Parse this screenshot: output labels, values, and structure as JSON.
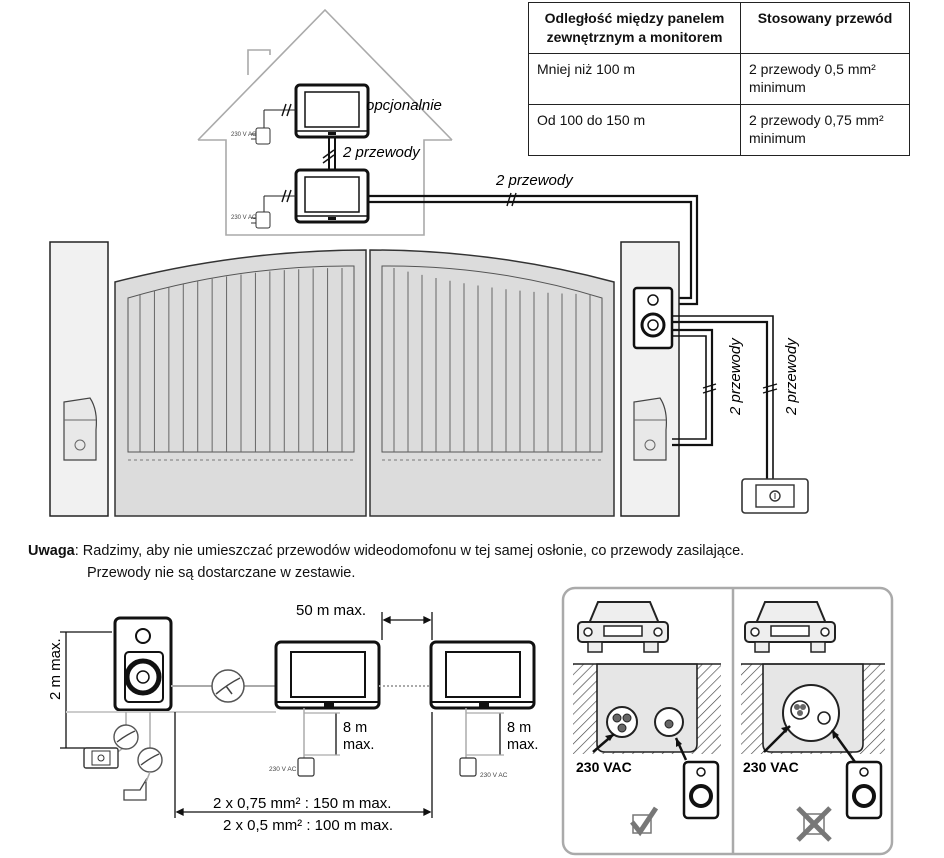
{
  "table": {
    "headers": [
      "Odległość między panelem zewnętrznym a monitorem",
      "Stosowany przewód"
    ],
    "rows": [
      [
        "Mniej niż 100 m",
        "2 przewody 0,5 mm² minimum"
      ],
      [
        "Od 100 do 150 m",
        "2 przewody 0,75 mm² minimum"
      ]
    ]
  },
  "top_diagram": {
    "optional_label": "opcjonalnie",
    "wire_between_monitors": "2 przewody",
    "wire_to_panel": "2 przewody",
    "wire_vertical_1": "2 przewody",
    "wire_vertical_2": "2 przewody",
    "power_label_1": "230 V AC",
    "power_label_2": "230 V AC"
  },
  "note": {
    "label": "Uwaga",
    "line1": ": Radzimy, aby nie umieszczać przewodów wideodomofonu w tej samej osłonie, co przewody zasilające.",
    "line2": "Przewody nie są dostarczane w zestawie."
  },
  "bottom_diagram": {
    "height_label": "2 m max.",
    "distance_between_monitors": "50 m max.",
    "monitor_height_1_a": "8 m",
    "monitor_height_1_b": "max.",
    "monitor_height_2_a": "8 m",
    "monitor_height_2_b": "max.",
    "power_label_1": "230 V AC",
    "power_label_2": "230 V AC",
    "cable_spec_1": "2 x 0,75 mm² : 150 m max.",
    "cable_spec_2": "2 x 0,5 mm² : 100 m max."
  },
  "install_panel": {
    "voltage_label_ok": "230 VAC",
    "voltage_label_bad": "230 VAC",
    "ok_icon": "checkmark-icon",
    "bad_icon": "cross-icon"
  }
}
